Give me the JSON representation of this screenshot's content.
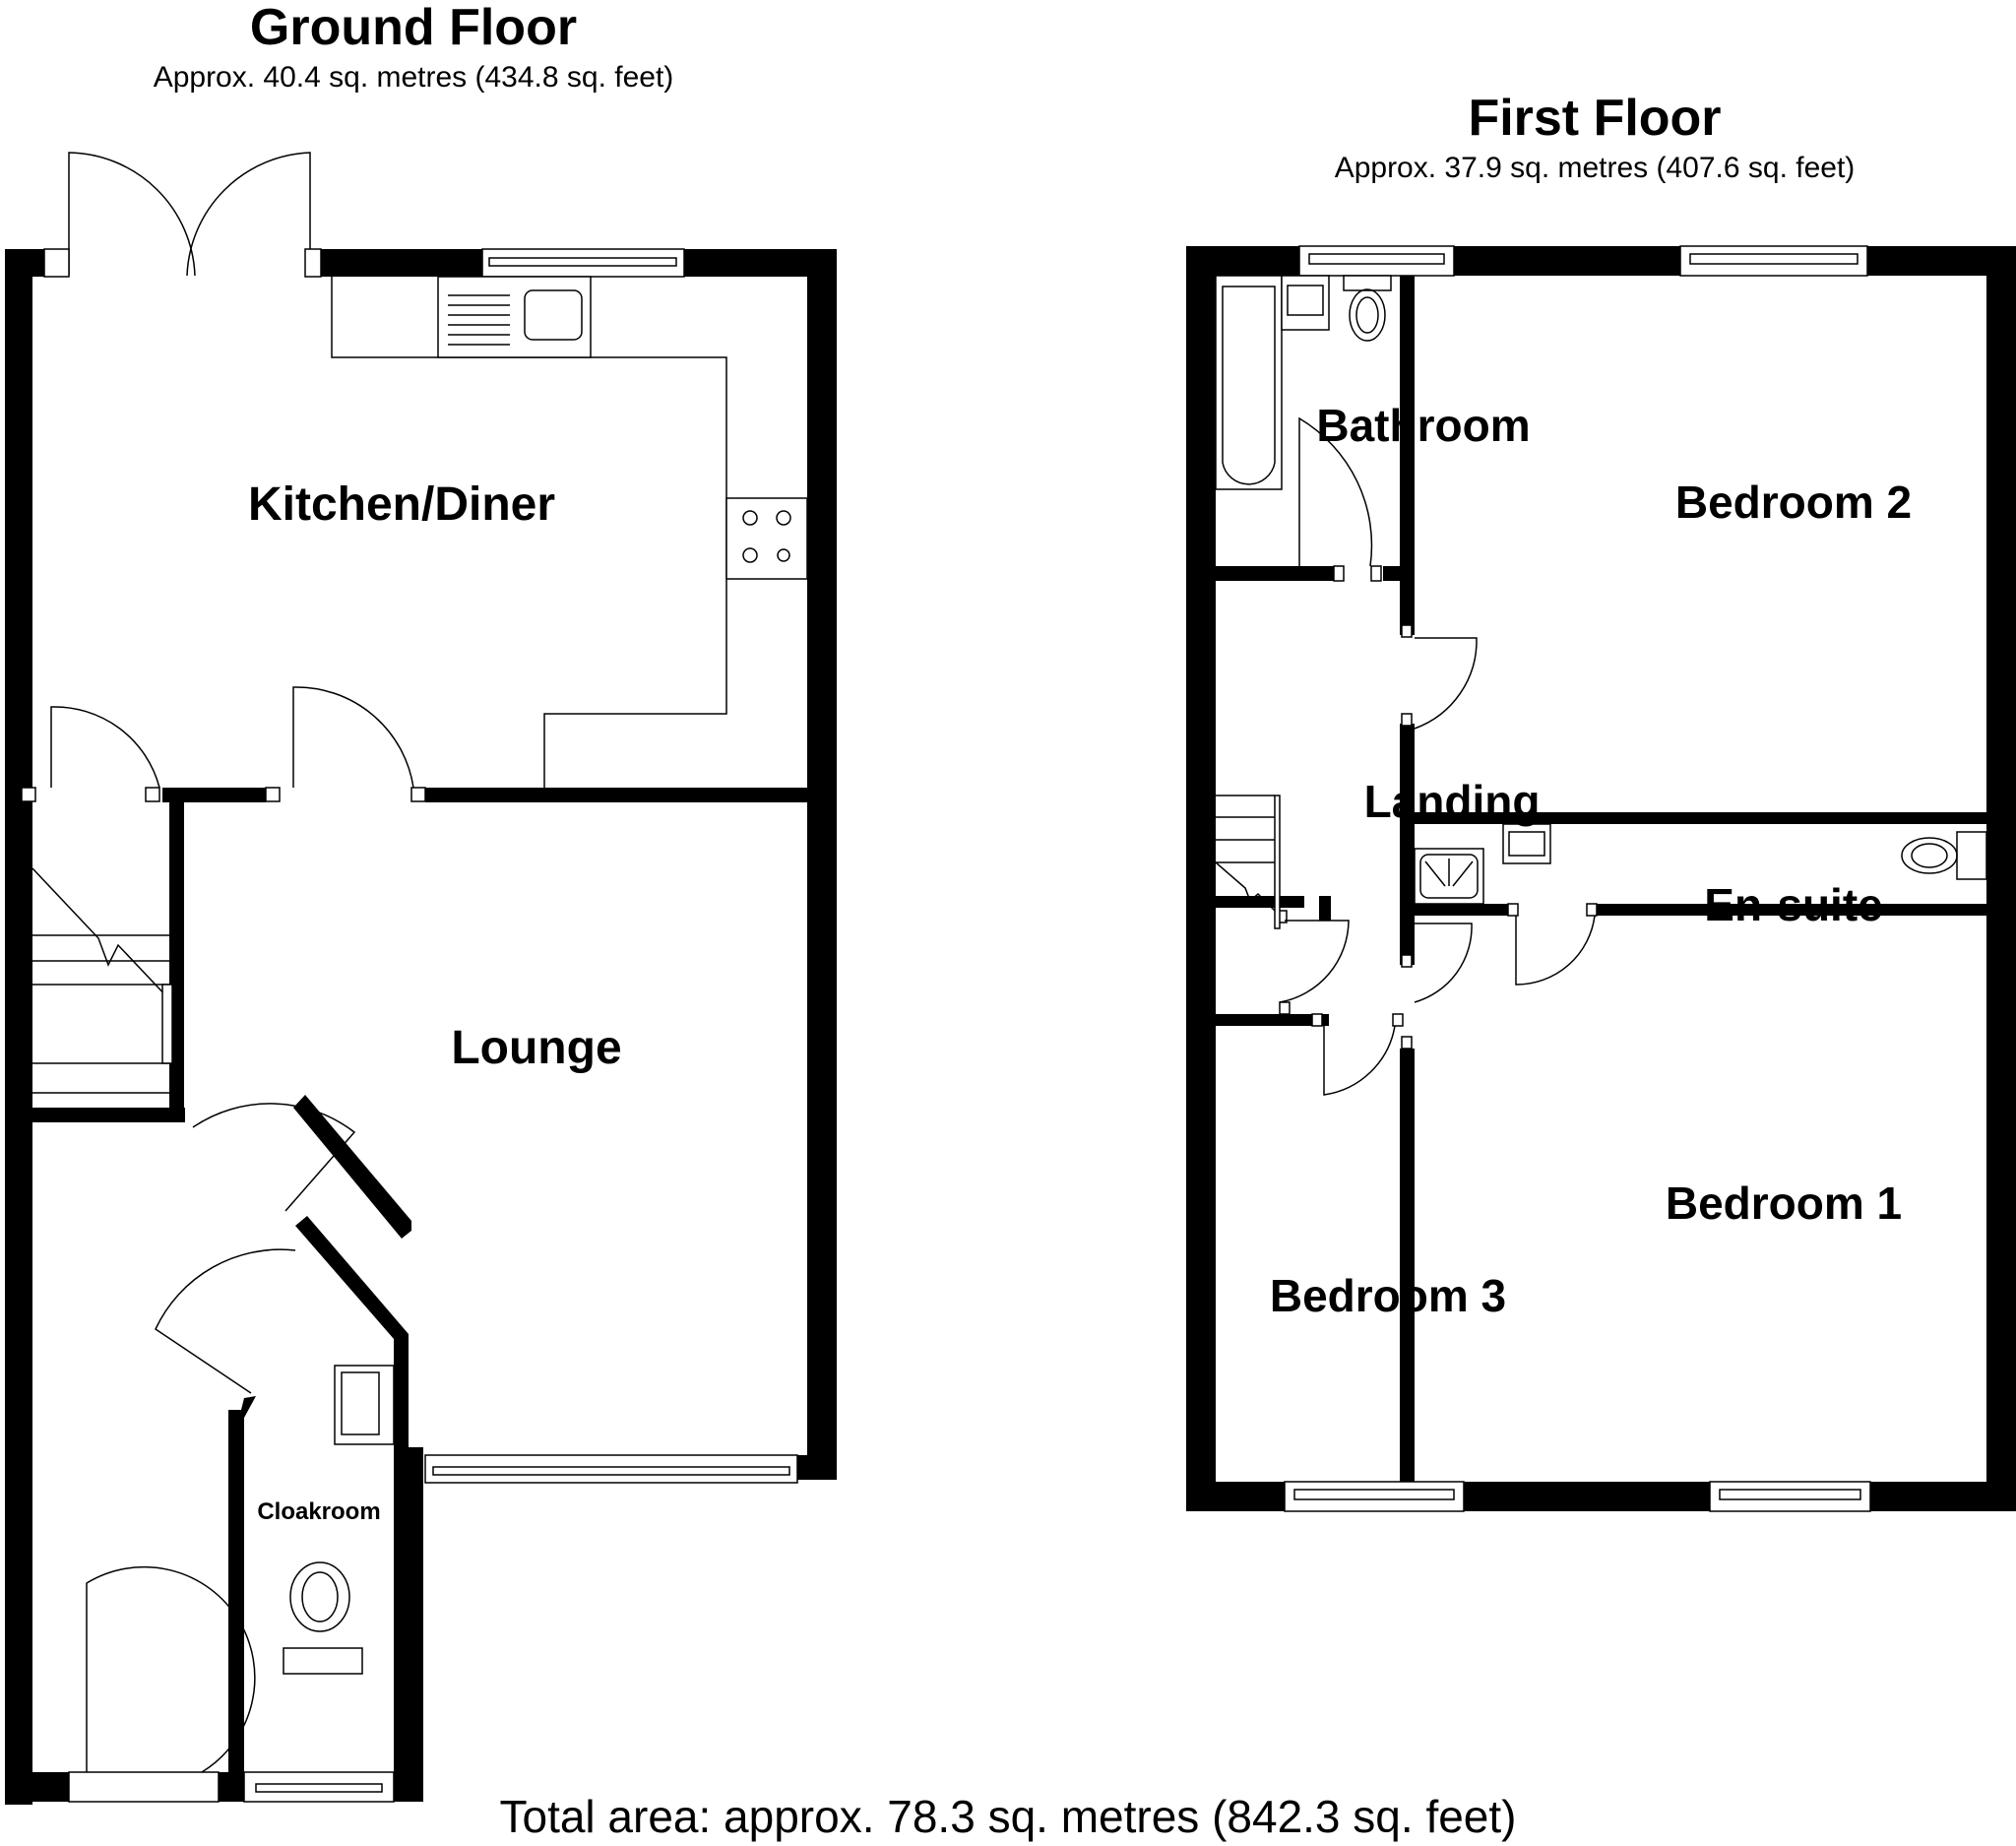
{
  "ground_floor": {
    "title": "Ground Floor",
    "area": "Approx. 40.4 sq. metres (434.8 sq. feet)",
    "rooms": {
      "kitchen_diner": "Kitchen/Diner",
      "lounge": "Lounge",
      "cloakroom": "Cloakroom"
    }
  },
  "first_floor": {
    "title": "First Floor",
    "area": "Approx. 37.9 sq. metres (407.6 sq. feet)",
    "rooms": {
      "bathroom": "Bathroom",
      "bedroom_2": "Bedroom 2",
      "landing": "Landing",
      "en_suite": "En-suite",
      "bedroom_1": "Bedroom 1",
      "bedroom_3": "Bedroom 3"
    }
  },
  "total_area": "Total area: approx. 78.3 sq. metres (842.3 sq. feet)"
}
